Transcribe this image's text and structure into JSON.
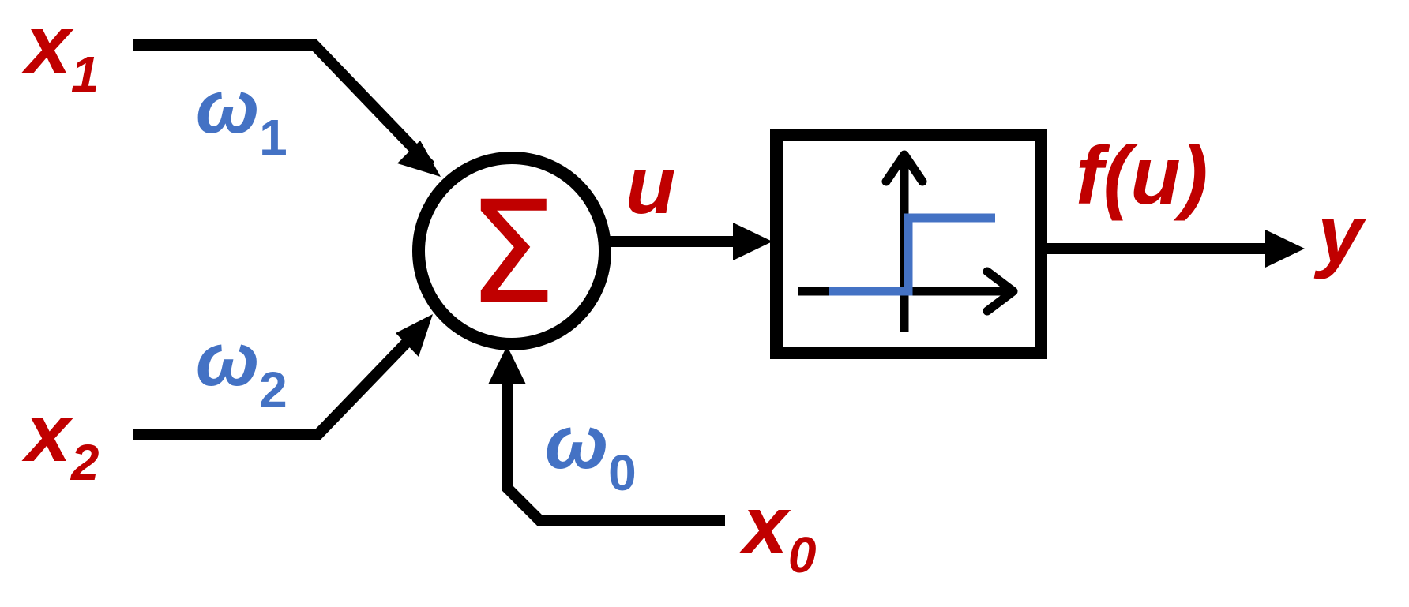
{
  "colors": {
    "red": "#c00000",
    "blue": "#4472c4",
    "black": "#000000"
  },
  "inputs": {
    "x1": {
      "base": "x",
      "sub": "1"
    },
    "x2": {
      "base": "x",
      "sub": "2"
    },
    "x0": {
      "base": "x",
      "sub": "0"
    }
  },
  "weights": {
    "w1": {
      "base": "ω",
      "sub": "1"
    },
    "w2": {
      "base": "ω",
      "sub": "2"
    },
    "w0": {
      "base": "ω",
      "sub": "0"
    }
  },
  "summation": {
    "symbol": "Σ"
  },
  "net_input": {
    "label": "u"
  },
  "activation": {
    "label": "f(u)",
    "function_type": "step"
  },
  "output": {
    "label": "y"
  }
}
